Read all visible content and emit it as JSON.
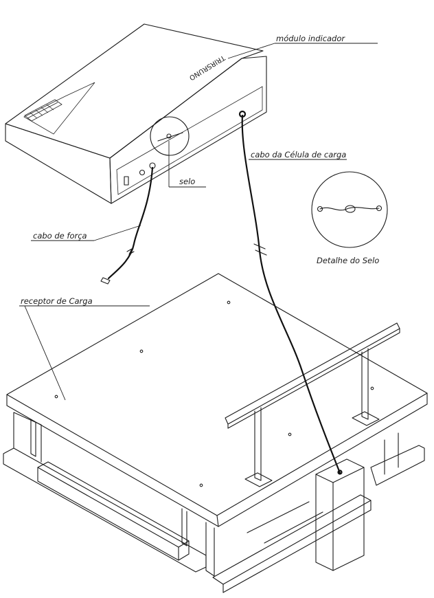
{
  "labels": {
    "module": "módulo indicador",
    "brand": "TRIRSRUNO",
    "load_cell_cable": "cabo da Célula de carga",
    "seal": "selo",
    "power_cable": "cabo de força",
    "seal_detail": "Detalhe do Selo",
    "load_receptor": "receptor de Carga"
  },
  "colors": {
    "ink": "#1a1a1a",
    "paper": "#ffffff"
  }
}
